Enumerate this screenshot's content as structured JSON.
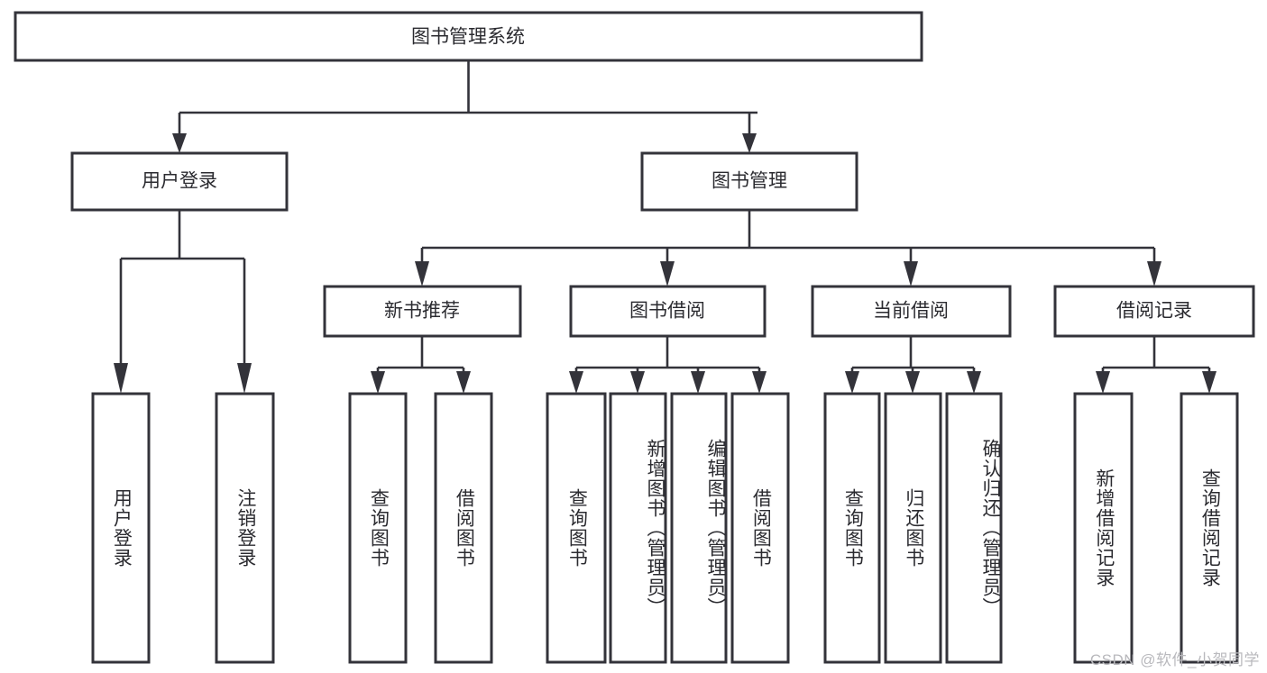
{
  "diagram": {
    "type": "tree-hierarchy-functional-decomposition",
    "title": "图书管理系统",
    "levels": {
      "root": {
        "label": "图书管理系统"
      },
      "level2": [
        {
          "id": "user-login",
          "label": "用户登录"
        },
        {
          "id": "book-management",
          "label": "图书管理"
        }
      ],
      "level3": [
        {
          "id": "new-book-recommend",
          "label": "新书推荐",
          "parent": "book-management"
        },
        {
          "id": "book-borrow",
          "label": "图书借阅",
          "parent": "book-management"
        },
        {
          "id": "current-borrow",
          "label": "当前借阅",
          "parent": "book-management"
        },
        {
          "id": "borrow-record",
          "label": "借阅记录",
          "parent": "book-management"
        }
      ],
      "leaves": [
        {
          "id": "leaf-user-login",
          "label": "用户登录",
          "parent": "user-login"
        },
        {
          "id": "leaf-logout-login",
          "label": "注销登录",
          "parent": "user-login"
        },
        {
          "id": "leaf-query-book-1",
          "label": "查询图书",
          "parent": "new-book-recommend"
        },
        {
          "id": "leaf-borrow-book-1",
          "label": "借阅图书",
          "parent": "new-book-recommend"
        },
        {
          "id": "leaf-query-book-2",
          "label": "查询图书",
          "parent": "book-borrow"
        },
        {
          "id": "leaf-add-book",
          "label": "新增图书（管理员）",
          "parent": "book-borrow"
        },
        {
          "id": "leaf-edit-book",
          "label": "编辑图书（管理员）",
          "parent": "book-borrow"
        },
        {
          "id": "leaf-borrow-book-2",
          "label": "借阅图书",
          "parent": "book-borrow"
        },
        {
          "id": "leaf-query-book-3",
          "label": "查询图书",
          "parent": "current-borrow"
        },
        {
          "id": "leaf-return-book",
          "label": "归还图书",
          "parent": "current-borrow"
        },
        {
          "id": "leaf-confirm-return",
          "label": "确认归还（管理员）",
          "parent": "current-borrow"
        },
        {
          "id": "leaf-add-borrow-record",
          "label": "新增借阅记录",
          "parent": "borrow-record"
        },
        {
          "id": "leaf-query-borrow-record",
          "label": "查询借阅记录",
          "parent": "borrow-record"
        }
      ]
    },
    "watermark": "CSDN @软件_小贺同学",
    "colors": {
      "stroke": "#33333a",
      "fill": "#ffffff",
      "text": "#2b2b30",
      "watermark": "#b9b9bd",
      "background": "#ffffff"
    }
  }
}
